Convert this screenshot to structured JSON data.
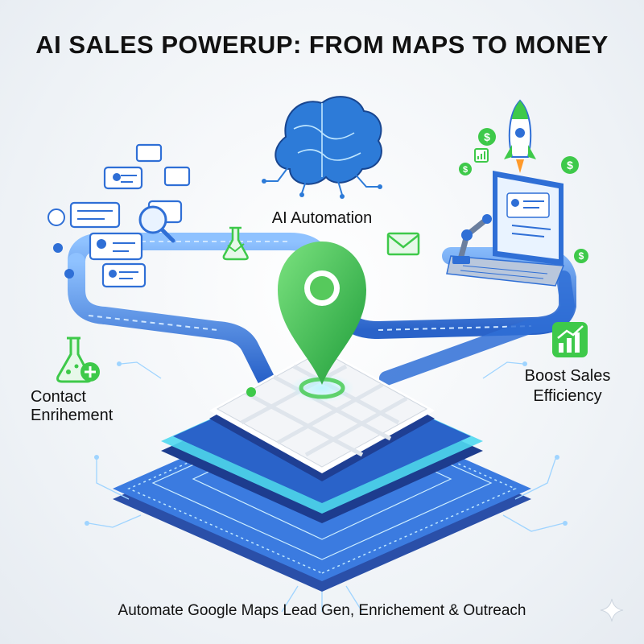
{
  "title": "AI SALES POWERUP: FROM MAPS TO MONEY",
  "labels": {
    "ai_automation": "AI Automation",
    "contact_line1": "Contact",
    "contact_line2": "Enrihement",
    "boost_line1": "Boost Sales",
    "boost_line2": "Efficiency"
  },
  "footer": "Automate Google Maps Lead Gen, Enrichement & Outreach",
  "icons": [
    "brain-circuit-icon",
    "rocket-icon",
    "laptop-icon",
    "robot-arm-icon",
    "map-pin-icon",
    "flask-icon",
    "envelope-icon",
    "bar-chart-icon",
    "dollar-icon",
    "contact-card-icon",
    "magnifier-icon",
    "sparkle-icon"
  ],
  "colors": {
    "accent_blue": "#2f6fd6",
    "accent_cyan": "#4fd8f0",
    "accent_green": "#3ec94a",
    "dark_blue": "#23489b"
  }
}
